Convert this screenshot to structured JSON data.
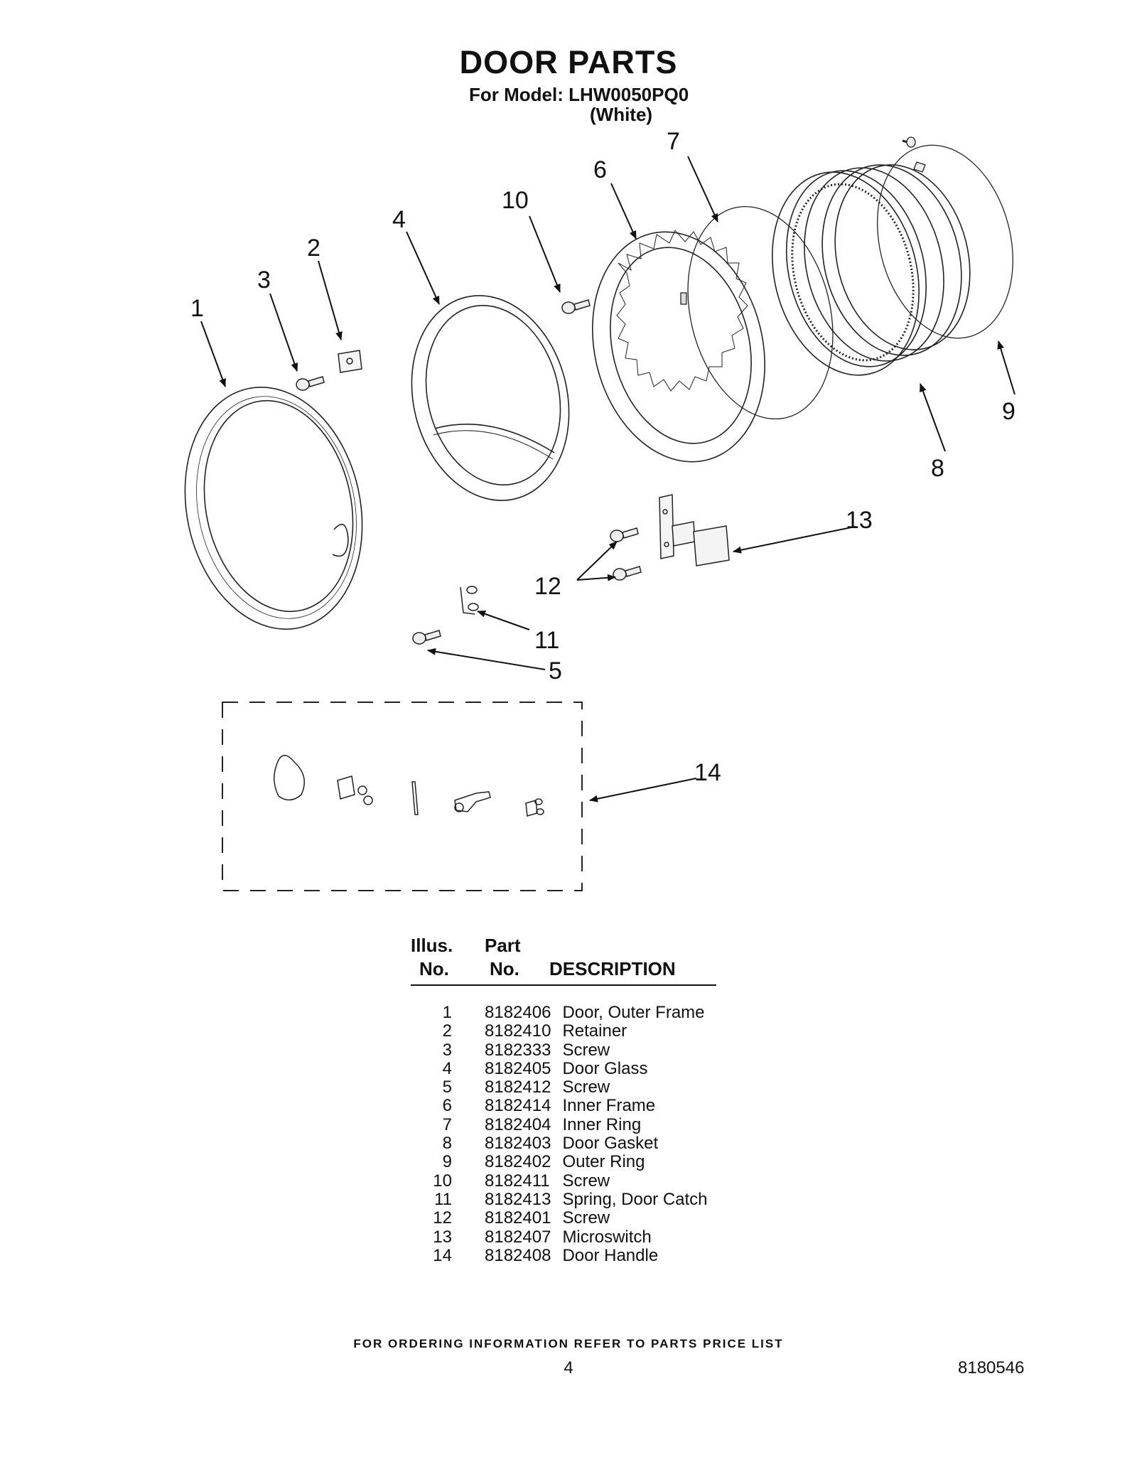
{
  "header": {
    "title": "DOOR PARTS",
    "model_line": "For Model: LHW0050PQ0",
    "color_line": "(White)"
  },
  "diagram": {
    "callouts": [
      "1",
      "2",
      "3",
      "4",
      "5",
      "6",
      "7",
      "8",
      "9",
      "10",
      "11",
      "12",
      "13",
      "14"
    ]
  },
  "parts_list": {
    "columns": {
      "illus_top": "Illus.",
      "illus_bottom": "No.",
      "part_top": "Part",
      "part_bottom": "No.",
      "description": "DESCRIPTION"
    },
    "rows": [
      {
        "illus": "1",
        "part": "8182406",
        "description": "Door, Outer Frame"
      },
      {
        "illus": "2",
        "part": "8182410",
        "description": "Retainer"
      },
      {
        "illus": "3",
        "part": "8182333",
        "description": "Screw"
      },
      {
        "illus": "4",
        "part": "8182405",
        "description": "Door Glass"
      },
      {
        "illus": "5",
        "part": "8182412",
        "description": "Screw"
      },
      {
        "illus": "6",
        "part": "8182414",
        "description": "Inner Frame"
      },
      {
        "illus": "7",
        "part": "8182404",
        "description": "Inner Ring"
      },
      {
        "illus": "8",
        "part": "8182403",
        "description": "Door Gasket"
      },
      {
        "illus": "9",
        "part": "8182402",
        "description": "Outer Ring"
      },
      {
        "illus": "10",
        "part": "8182411",
        "description": "Screw"
      },
      {
        "illus": "11",
        "part": "8182413",
        "description": "Spring, Door Catch"
      },
      {
        "illus": "12",
        "part": "8182401",
        "description": "Screw"
      },
      {
        "illus": "13",
        "part": "8182407",
        "description": "Microswitch"
      },
      {
        "illus": "14",
        "part": "8182408",
        "description": "Door Handle"
      }
    ]
  },
  "footer": {
    "ordering_note": "FOR ORDERING INFORMATION REFER TO PARTS PRICE LIST",
    "page_number": "4",
    "document_number": "8180546"
  }
}
